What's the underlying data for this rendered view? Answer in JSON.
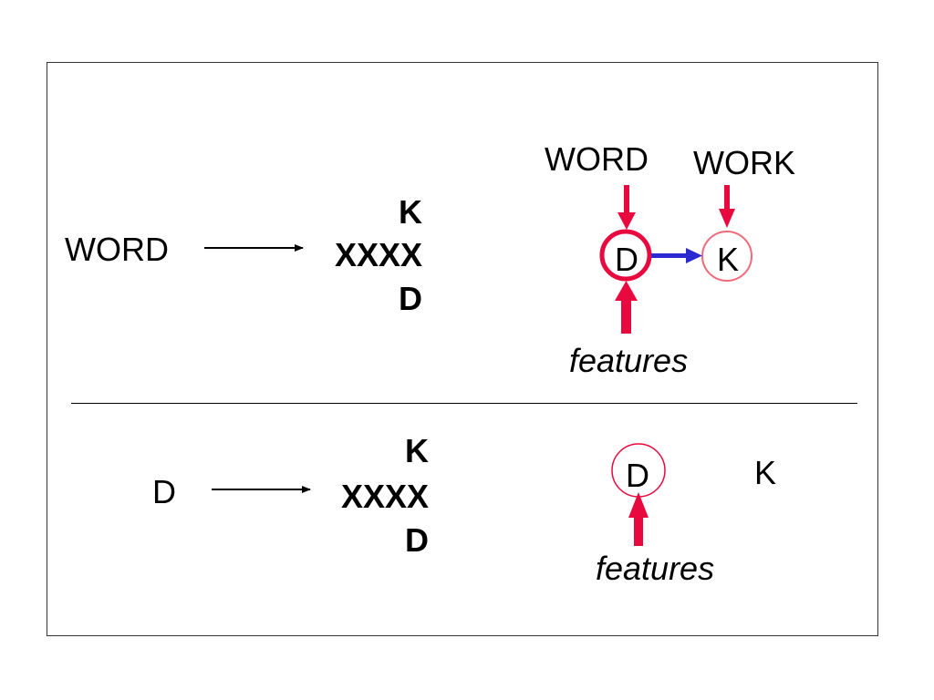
{
  "top": {
    "input_word": "WORD",
    "display": {
      "top": "K",
      "mask": "XXXX",
      "bottom": "D"
    },
    "network": {
      "word_label": "WORD",
      "work_label": "WORK",
      "node_d": "D",
      "node_k": "K",
      "features": "features"
    }
  },
  "bottom": {
    "input_letter": "D",
    "display": {
      "top": "K",
      "mask": "XXXX",
      "bottom": "D"
    },
    "network": {
      "node_d": "D",
      "letter_k": "K",
      "features": "features"
    }
  },
  "colors": {
    "activation": "#e8093f",
    "weak_node": "#f06a7a",
    "link": "#2a2ad0",
    "line": "#000000"
  }
}
